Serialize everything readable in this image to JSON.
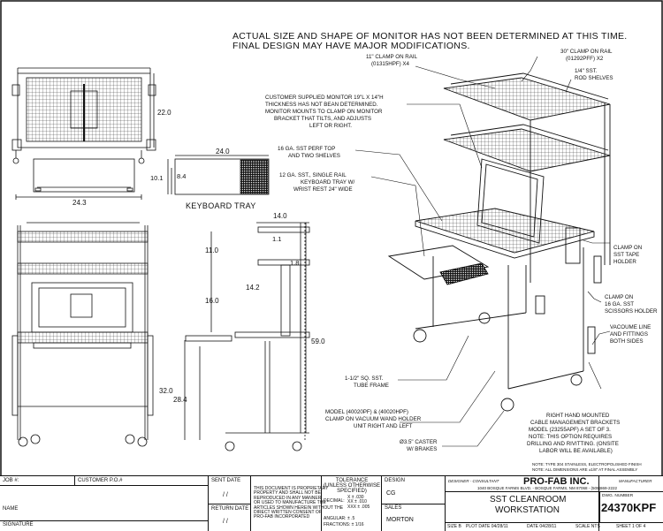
{
  "notes": {
    "header_line1": "ACTUAL SIZE AND SHAPE OF MONITOR HAS NOT BEEN DETERMINED AT THIS TIME.",
    "header_line2": "FINAL DESIGN MAY HAVE MAJOR MODIFICATIONS."
  },
  "callouts": {
    "clamp11": [
      "11\" CLAMP ON RAIL",
      "(01315HPF)  X4"
    ],
    "clamp30": [
      "30\" CLAMP ON RAIL",
      "(01292PFF)  X2"
    ],
    "rod": [
      "1/4\" SST.",
      "ROD SHELVES"
    ],
    "monitor": [
      "CUSTOMER SUPPLIED MONITOR 19\"L X 14\"H",
      "THICKNESS HAS NOT BEAN DETERMINED.",
      "MONITOR MOUNTS TO CLAMP ON MONITOR",
      "BRACKET THAT TILTS, AND ADJUSTS",
      "LEFT OR RIGHT."
    ],
    "perf": [
      "16 GA. SST PERF TOP",
      "AND TWO SHELVES"
    ],
    "keyboard": [
      "12 GA. SST., SINGLE RAIL",
      "KEYBOARD TRAY W/",
      "WRIST REST 24\" WIDE"
    ],
    "tape": [
      "CLAMP ON",
      "SST TAPE",
      "HOLDER"
    ],
    "scissors": [
      "CLAMP ON",
      "16 GA. SST",
      "SCISSORS HOLDER"
    ],
    "vacuum": [
      "VACOUME LINE",
      "AND FITTINGS",
      "BOTH SIDES"
    ],
    "tube": [
      "1-1/2\" SQ. SST.",
      "TUBE FRAME"
    ],
    "model": [
      "MODEL (40020PF) & (40020HPF)",
      "CLAMP ON VACUUM WAND HOLDER",
      "UNIT RIGHT AND LEFT"
    ],
    "cable": [
      "RIGHT HAND MOUNTED",
      "CABLE MANAGEMENT BRACKETS",
      "MODEL (23255APF) A SET OF 3.",
      "NOTE: THIS OPTION REQUIRES",
      "DRILLING AND RIVITTING. (ONSITE",
      "LABOR WILL BE AVAILABLE)"
    ],
    "caster": [
      "Ø3.5\" CASTER",
      "W/ BRAKES"
    ]
  },
  "dimensions": {
    "d22": "22.0",
    "d24_3": "24.3",
    "d24": "24.0",
    "d10_1": "10.1",
    "d8_4": "8.4",
    "keyboard_tray": "KEYBOARD TRAY",
    "d14": "14.0",
    "d1_1": "1.1",
    "d11": "11.0",
    "d1_8": "1.8",
    "d14_2": "14.2",
    "d16": "16.0",
    "d59": "59.0",
    "d32": "32.0",
    "d28_4": "28.4"
  },
  "title_block": {
    "note1": "NOTE: TYPE 304 STAINLESS, ELECTROPOLISHED FINISH",
    "note2": "NOTE: ALL DIMENSIONS ARE ±1/8\" AT FINAL ASSEMBLY",
    "job_label": "JOB #:",
    "customer_po_label": "CUSTOMER P.O.#",
    "name_label": "NAME",
    "signature_label": "SIGNATURE",
    "sent_date_label": "SENT DATE",
    "return_date_label": "RETURN DATE",
    "date_blank1": "/    /",
    "date_blank2": "/    /",
    "proprietary": [
      "THIS DOCUMENT IS PROPRIETARY",
      "PROPERTY AND SHALL NOT BE",
      "REPRODUCED IN ANY MANNER",
      "OR USED TO MANUFACTURE THE",
      "ARTICLES SHOWN HEREIN WITHOUT THE",
      "DIRECT WRITTEN CONSENT OF",
      "PRO-FAB INCORPORATED"
    ],
    "tolerance_title": [
      "TOLERANCE",
      "(UNLESS OTHERWISE",
      "SPECIFIED)"
    ],
    "decimal_label": "DECIMAL:",
    "decimal_rows": [
      "X    ± .030",
      "XX  ± .010",
      "XXX ± .005"
    ],
    "angular": "ANGULAR:      ± .5",
    "fractions": "FRACTIONS:   ± 1/16",
    "design_label": "DESIGN",
    "design_value": "CG",
    "sales_label": "SALES",
    "sales_value": "MORTON",
    "designer_label": "DESIGNER - CONSULTANT",
    "company": "PRO-FAB INC.",
    "manufacturer_label": "MANUFACTURER",
    "address": "1040 BOSQUE FARMS BLVD. - BOSQUE FARMS, NM 87068 - (505)869-2222",
    "title1": "SST CLEANROOM",
    "title2": "WORKSTATION",
    "dwg_label": "DWG. NUMBER",
    "dwg_number": "24370KPF",
    "size": "SIZE B",
    "plot_date": "PLOT DATE 04/28/11",
    "date": "DATE 04/28/11",
    "scale": "SCALE NTS",
    "sheet": "SHEET 1 OF 4"
  }
}
